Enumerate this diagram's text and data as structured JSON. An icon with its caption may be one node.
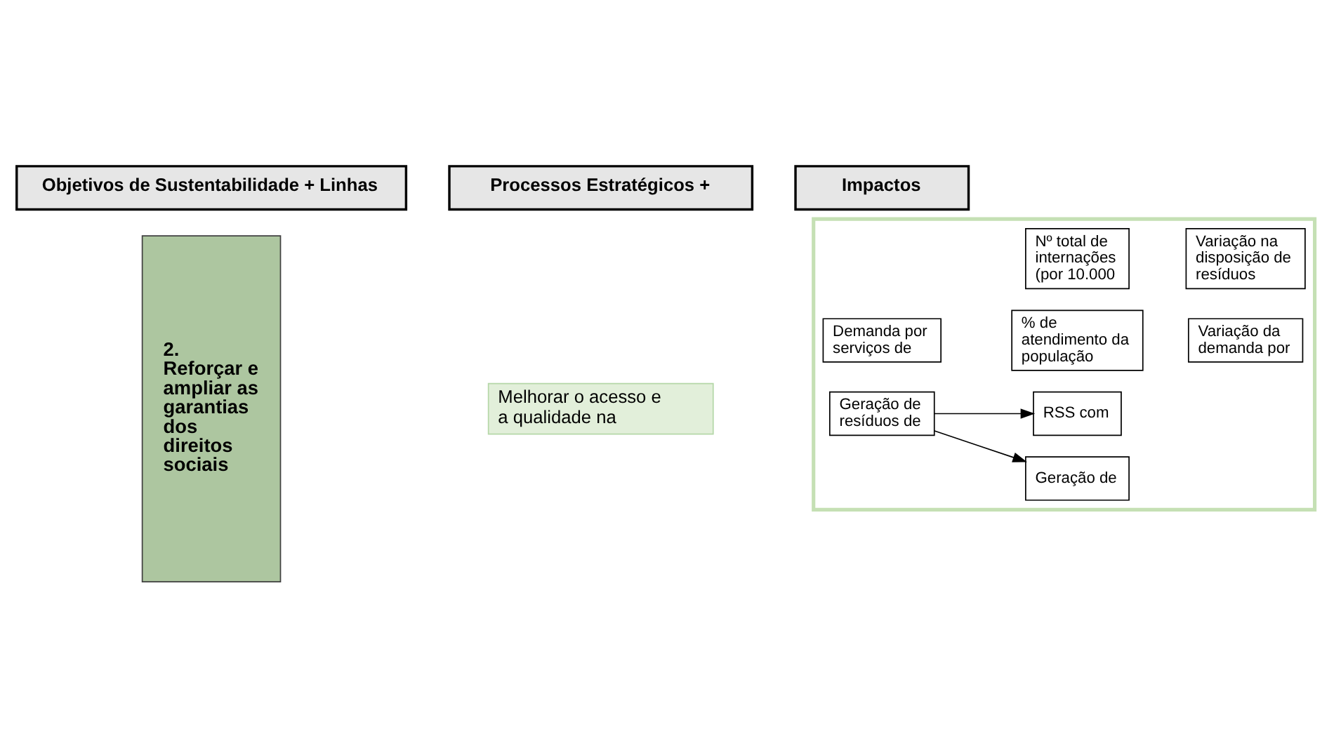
{
  "diagram": {
    "nodes": [
      {
        "text": [
          "Objetivos de Sustentabilidade + Linhas"
        ]
      },
      {
        "text": [
          "Processos Estratégicos +"
        ]
      },
      {
        "text": [
          "Impactos"
        ]
      },
      {
        "text": [
          "2. Reforçar e ampliar as garantias dos direitos sociais"
        ]
      },
      {
        "text": [
          "Melhorar o acesso e a qualidade na"
        ]
      },
      {
        "text": [],
        "shape": "box"
      },
      {
        "text": [
          "Demanda por serviços de"
        ],
        "in": 5
      },
      {
        "text": [
          "% de atendimento da população"
        ],
        "in": 5
      },
      {
        "text": [
          "Nº total de internações (por 10.000"
        ],
        "in": 5
      },
      {
        "text": [
          "Variação da demanda por"
        ],
        "in": 5
      },
      {
        "text": [
          "Variação na disposição de resíduos"
        ],
        "in": 5
      },
      {
        "text": [
          "Geração de resíduos de"
        ],
        "in": 5
      },
      {
        "text": [
          "Geração de"
        ],
        "in": 5
      },
      {
        "text": [
          "RSS com"
        ],
        "in": 5
      }
    ],
    "edges": [
      {
        "from": 11,
        "to": 12,
        "arrow": "to"
      },
      {
        "from": 11,
        "to": 13,
        "arrow": "to"
      }
    ]
  }
}
